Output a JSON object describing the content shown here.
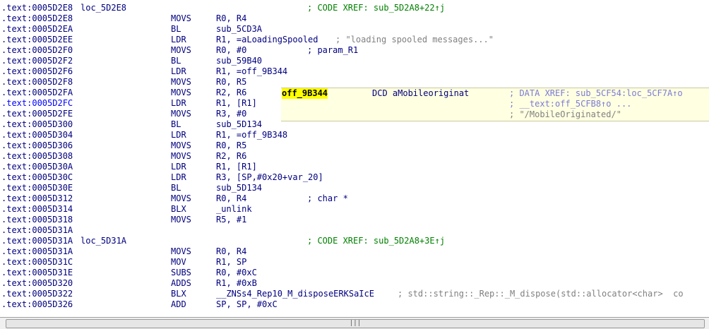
{
  "lines": [
    {
      "addr": ".text:0005D2E8",
      "label": "loc_5D2E8",
      "comment": "; CODE XREF: sub_5D2A8+22↑j",
      "comment_type": "xref"
    },
    {
      "addr": ".text:0005D2E8",
      "mnem": "MOVS",
      "ops": "R0, R4"
    },
    {
      "addr": ".text:0005D2EA",
      "mnem": "BL",
      "ops": "sub_5CD3A"
    },
    {
      "addr": ".text:0005D2EE",
      "mnem": "LDR",
      "ops": "R1, =aLoadingSpooled",
      "comment": "; \"loading spooled messages...\"",
      "comment_type": "gray"
    },
    {
      "addr": ".text:0005D2F0",
      "mnem": "MOVS",
      "ops": "R0, #0",
      "comment": "; param_R1",
      "comment_type": "navy"
    },
    {
      "addr": ".text:0005D2F2",
      "mnem": "BL",
      "ops": "sub_59B40"
    },
    {
      "addr": ".text:0005D2F6",
      "mnem": "LDR",
      "ops": "R1, =off_9B344"
    },
    {
      "addr": ".text:0005D2F8",
      "mnem": "MOVS",
      "ops": "R0, R5"
    },
    {
      "addr": ".text:0005D2FA",
      "mnem": "MOVS",
      "ops": "R2, R6"
    },
    {
      "addr": ".text:0005D2FC",
      "mnem": "LDR",
      "ops": "R1, [R1]",
      "current": true
    },
    {
      "addr": ".text:0005D2FE",
      "mnem": "MOVS",
      "ops": "R3, #0"
    },
    {
      "addr": ".text:0005D300",
      "mnem": "BL",
      "ops": "sub_5D134"
    },
    {
      "addr": ".text:0005D304",
      "mnem": "LDR",
      "ops": "R1, =off_9B348"
    },
    {
      "addr": ".text:0005D306",
      "mnem": "MOVS",
      "ops": "R0, R5"
    },
    {
      "addr": ".text:0005D308",
      "mnem": "MOVS",
      "ops": "R2, R6"
    },
    {
      "addr": ".text:0005D30A",
      "mnem": "LDR",
      "ops": "R1, [R1]"
    },
    {
      "addr": ".text:0005D30C",
      "mnem": "LDR",
      "ops": "R3, [SP,#0x20+var_20]"
    },
    {
      "addr": ".text:0005D30E",
      "mnem": "BL",
      "ops": "sub_5D134"
    },
    {
      "addr": ".text:0005D312",
      "mnem": "MOVS",
      "ops": "R0, R4",
      "comment": "; char *",
      "comment_type": "navy"
    },
    {
      "addr": ".text:0005D314",
      "mnem": "BLX",
      "ops": "_unlink"
    },
    {
      "addr": ".text:0005D318",
      "mnem": "MOVS",
      "ops": "R5, #1"
    },
    {
      "addr": ".text:0005D31A"
    },
    {
      "addr": ".text:0005D31A",
      "label": "loc_5D31A",
      "comment": "; CODE XREF: sub_5D2A8+3E↑j",
      "comment_type": "xref"
    },
    {
      "addr": ".text:0005D31A",
      "mnem": "MOVS",
      "ops": "R0, R4"
    },
    {
      "addr": ".text:0005D31C",
      "mnem": "MOV",
      "ops": "R1, SP"
    },
    {
      "addr": ".text:0005D31E",
      "mnem": "SUBS",
      "ops": "R0, #0xC"
    },
    {
      "addr": ".text:0005D320",
      "mnem": "ADDS",
      "ops": "R1, #0xB"
    },
    {
      "addr": ".text:0005D322",
      "mnem": "BLX",
      "ops": "__ZNSs4_Rep10_M_disposeERKSaIcE",
      "comment": "; std::string::_Rep::_M_dispose(std::allocator<char>  co",
      "comment_type": "gray"
    },
    {
      "addr": ".text:0005D326",
      "mnem": "ADD",
      "ops": "SP, SP, #0xC"
    }
  ],
  "hint": {
    "name": "off_9B344",
    "directive": "DCD aMobileoriginat",
    "line1": "; DATA XREF: sub_5CF54:loc_5CF7A↑o",
    "line2": "; __text:off_5CFB8↑o ...",
    "line3": "; \"/MobileOriginated/\""
  },
  "scrollbar": {
    "grip": "|||"
  }
}
